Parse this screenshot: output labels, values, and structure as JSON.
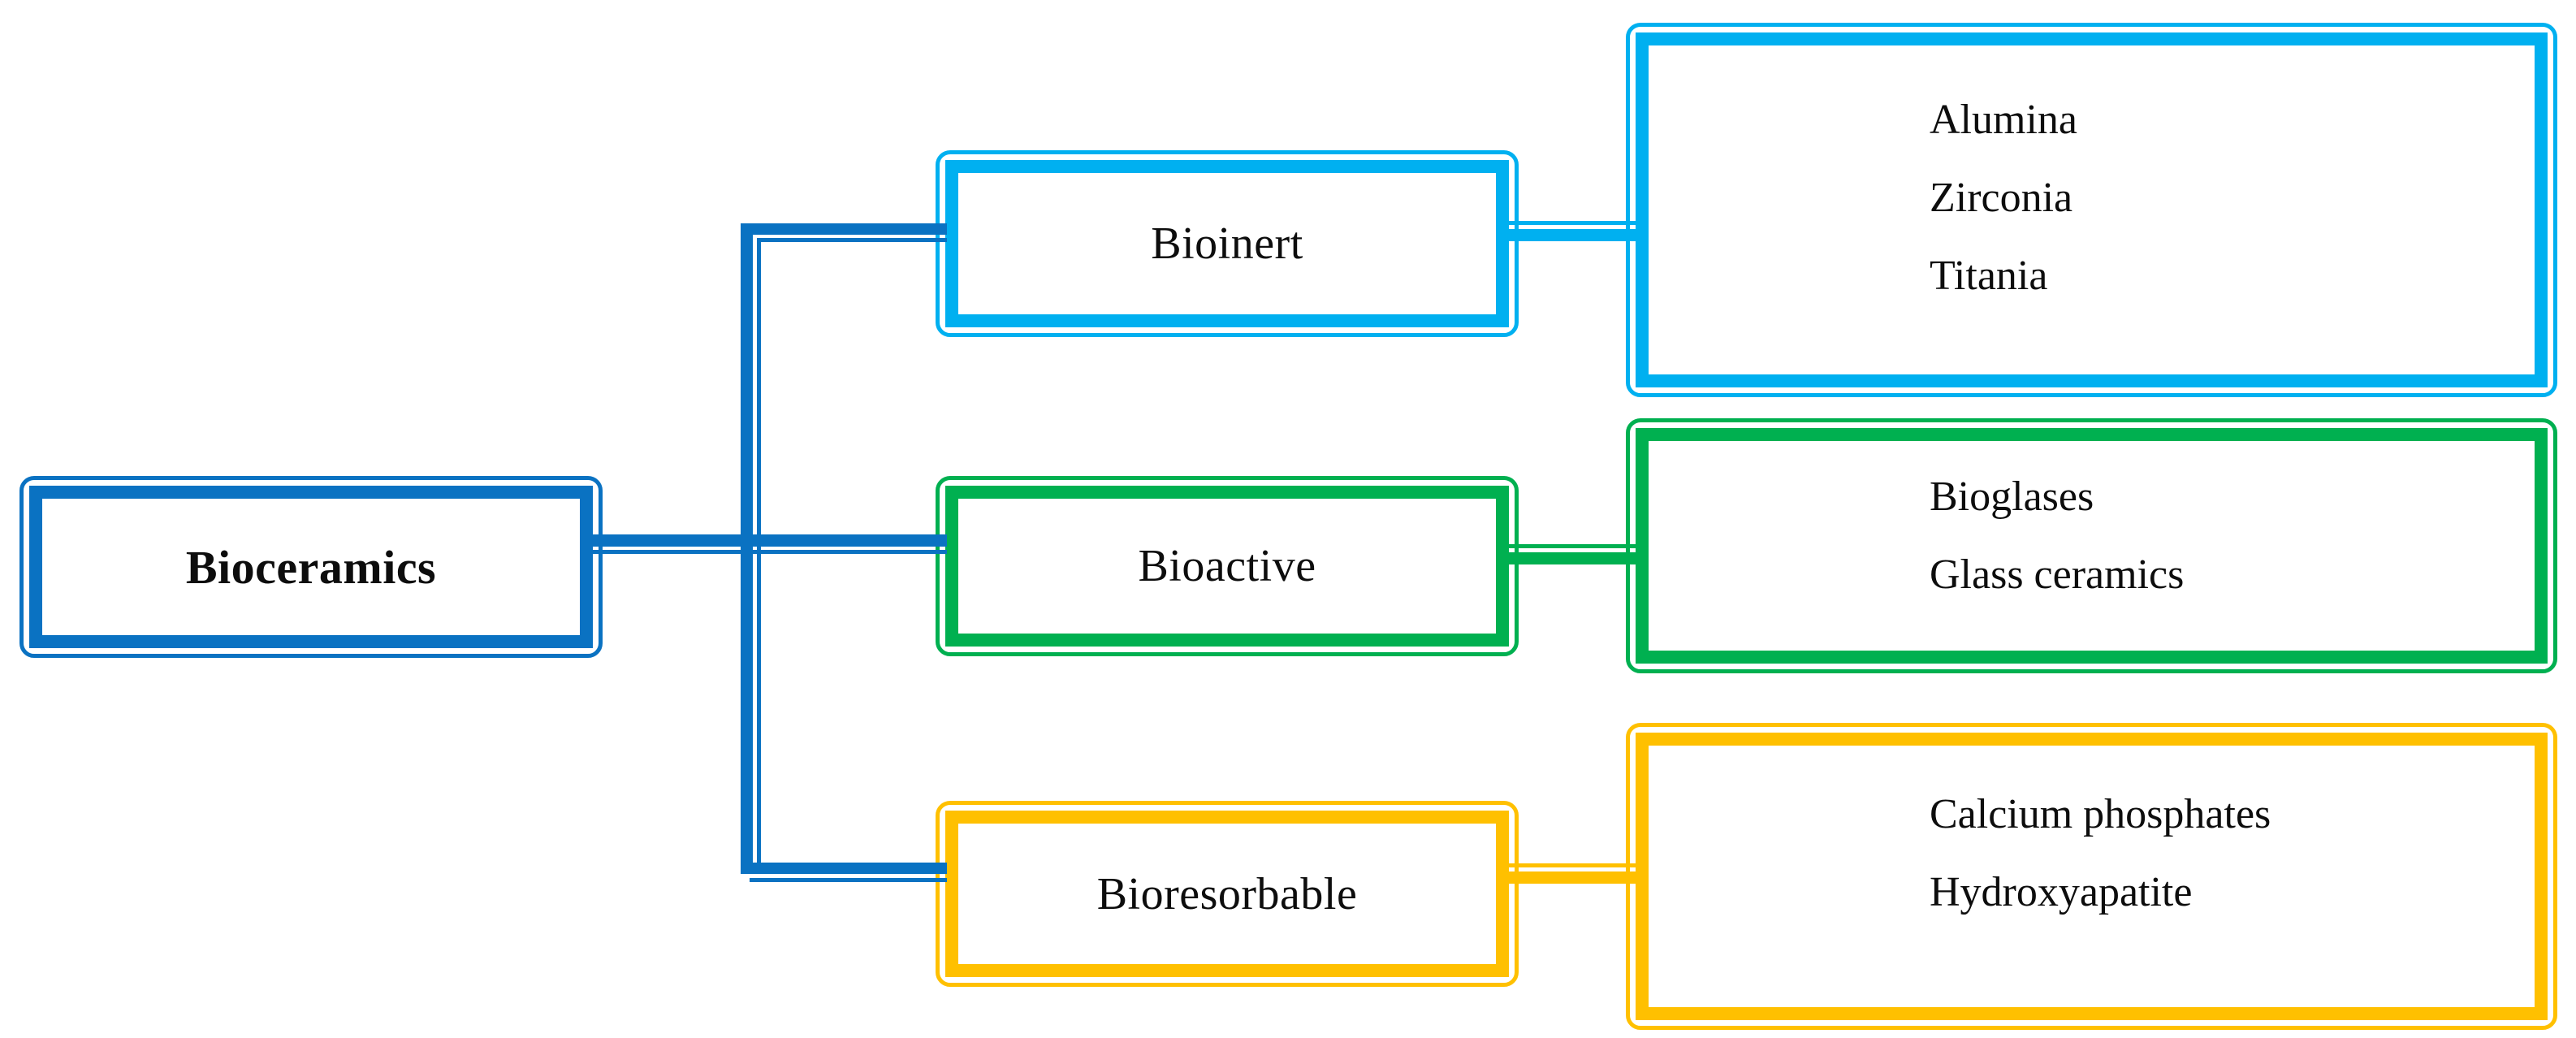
{
  "root": {
    "label": "Bioceramics"
  },
  "branches": [
    {
      "label": "Bioinert",
      "color": "#00B0F0",
      "items": [
        "Alumina",
        "Zirconia",
        "Titania"
      ]
    },
    {
      "label": "Bioactive",
      "color": "#00B050",
      "items": [
        "Bioglases",
        "Glass ceramics"
      ]
    },
    {
      "label": "Bioresorbable",
      "color": "#FFC000",
      "items": [
        "Calcium phosphates",
        "Hydroxyapatite"
      ]
    }
  ],
  "colors": {
    "root_and_connectors": "#0A72C2",
    "bioinert": "#00B0F0",
    "bioactive": "#00B050",
    "bioresorbable": "#FFC000",
    "text": "#0d0d0d",
    "background": "#ffffff"
  }
}
